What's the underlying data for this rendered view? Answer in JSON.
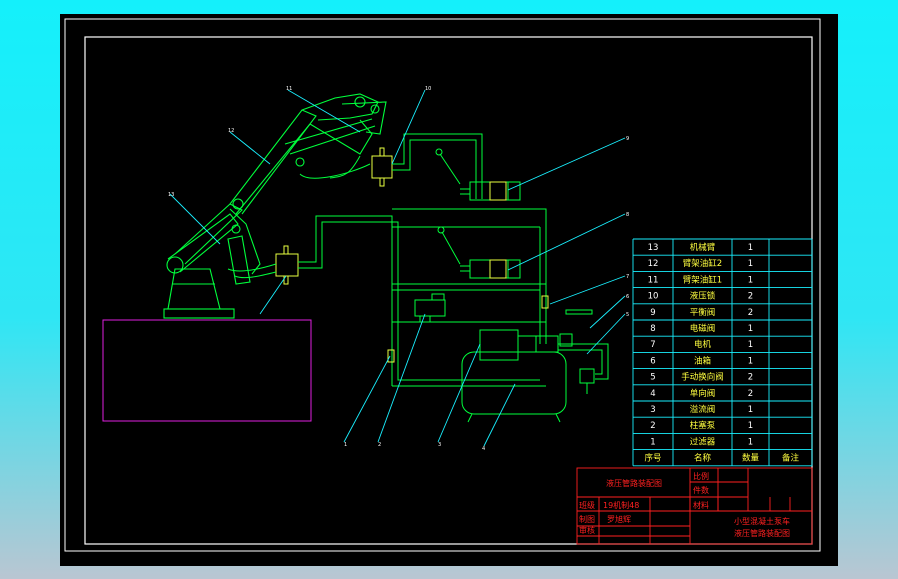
{
  "colors": {
    "background_top": "#14f0fb",
    "sheet": "#000000",
    "frame": "#ffffff",
    "green": "#00ff3c",
    "cyan": "#19f0ff",
    "red": "#ff2020",
    "magenta": "#e020e0",
    "yellow": "#ffff40"
  },
  "parts_list": {
    "header": {
      "no": "序号",
      "name": "名称",
      "qty": "数量",
      "remark": "备注"
    },
    "rows": [
      {
        "no": "13",
        "name": "机械臂",
        "qty": "1",
        "remark": ""
      },
      {
        "no": "12",
        "name": "臂架油缸2",
        "qty": "1",
        "remark": ""
      },
      {
        "no": "11",
        "name": "臂架油缸1",
        "qty": "1",
        "remark": ""
      },
      {
        "no": "10",
        "name": "液压锁",
        "qty": "2",
        "remark": ""
      },
      {
        "no": "9",
        "name": "平衡阀",
        "qty": "2",
        "remark": ""
      },
      {
        "no": "8",
        "name": "电磁阀",
        "qty": "1",
        "remark": ""
      },
      {
        "no": "7",
        "name": "电机",
        "qty": "1",
        "remark": ""
      },
      {
        "no": "6",
        "name": "油箱",
        "qty": "1",
        "remark": ""
      },
      {
        "no": "5",
        "name": "手动换向阀",
        "qty": "2",
        "remark": ""
      },
      {
        "no": "4",
        "name": "单向阀",
        "qty": "2",
        "remark": ""
      },
      {
        "no": "3",
        "name": "溢流阀",
        "qty": "1",
        "remark": ""
      },
      {
        "no": "2",
        "name": "柱塞泵",
        "qty": "1",
        "remark": ""
      },
      {
        "no": "1",
        "name": "过滤器",
        "qty": "1",
        "remark": ""
      }
    ]
  },
  "title_block": {
    "drawing_title": "液压管路装配图",
    "scale_label": "比例",
    "pieces_label": "件数",
    "material_label": "材料",
    "class_label": "班级",
    "class_value": "19机制48",
    "drawn_label": "制图",
    "drawn_value": "罗旭辉",
    "checked_label": "审核",
    "project_line1": "小型混凝土泵车",
    "project_line2": "液压管路装配图"
  },
  "callouts": [
    "1",
    "2",
    "3",
    "4",
    "5",
    "6",
    "7",
    "8",
    "9",
    "10",
    "11",
    "12",
    "13"
  ]
}
